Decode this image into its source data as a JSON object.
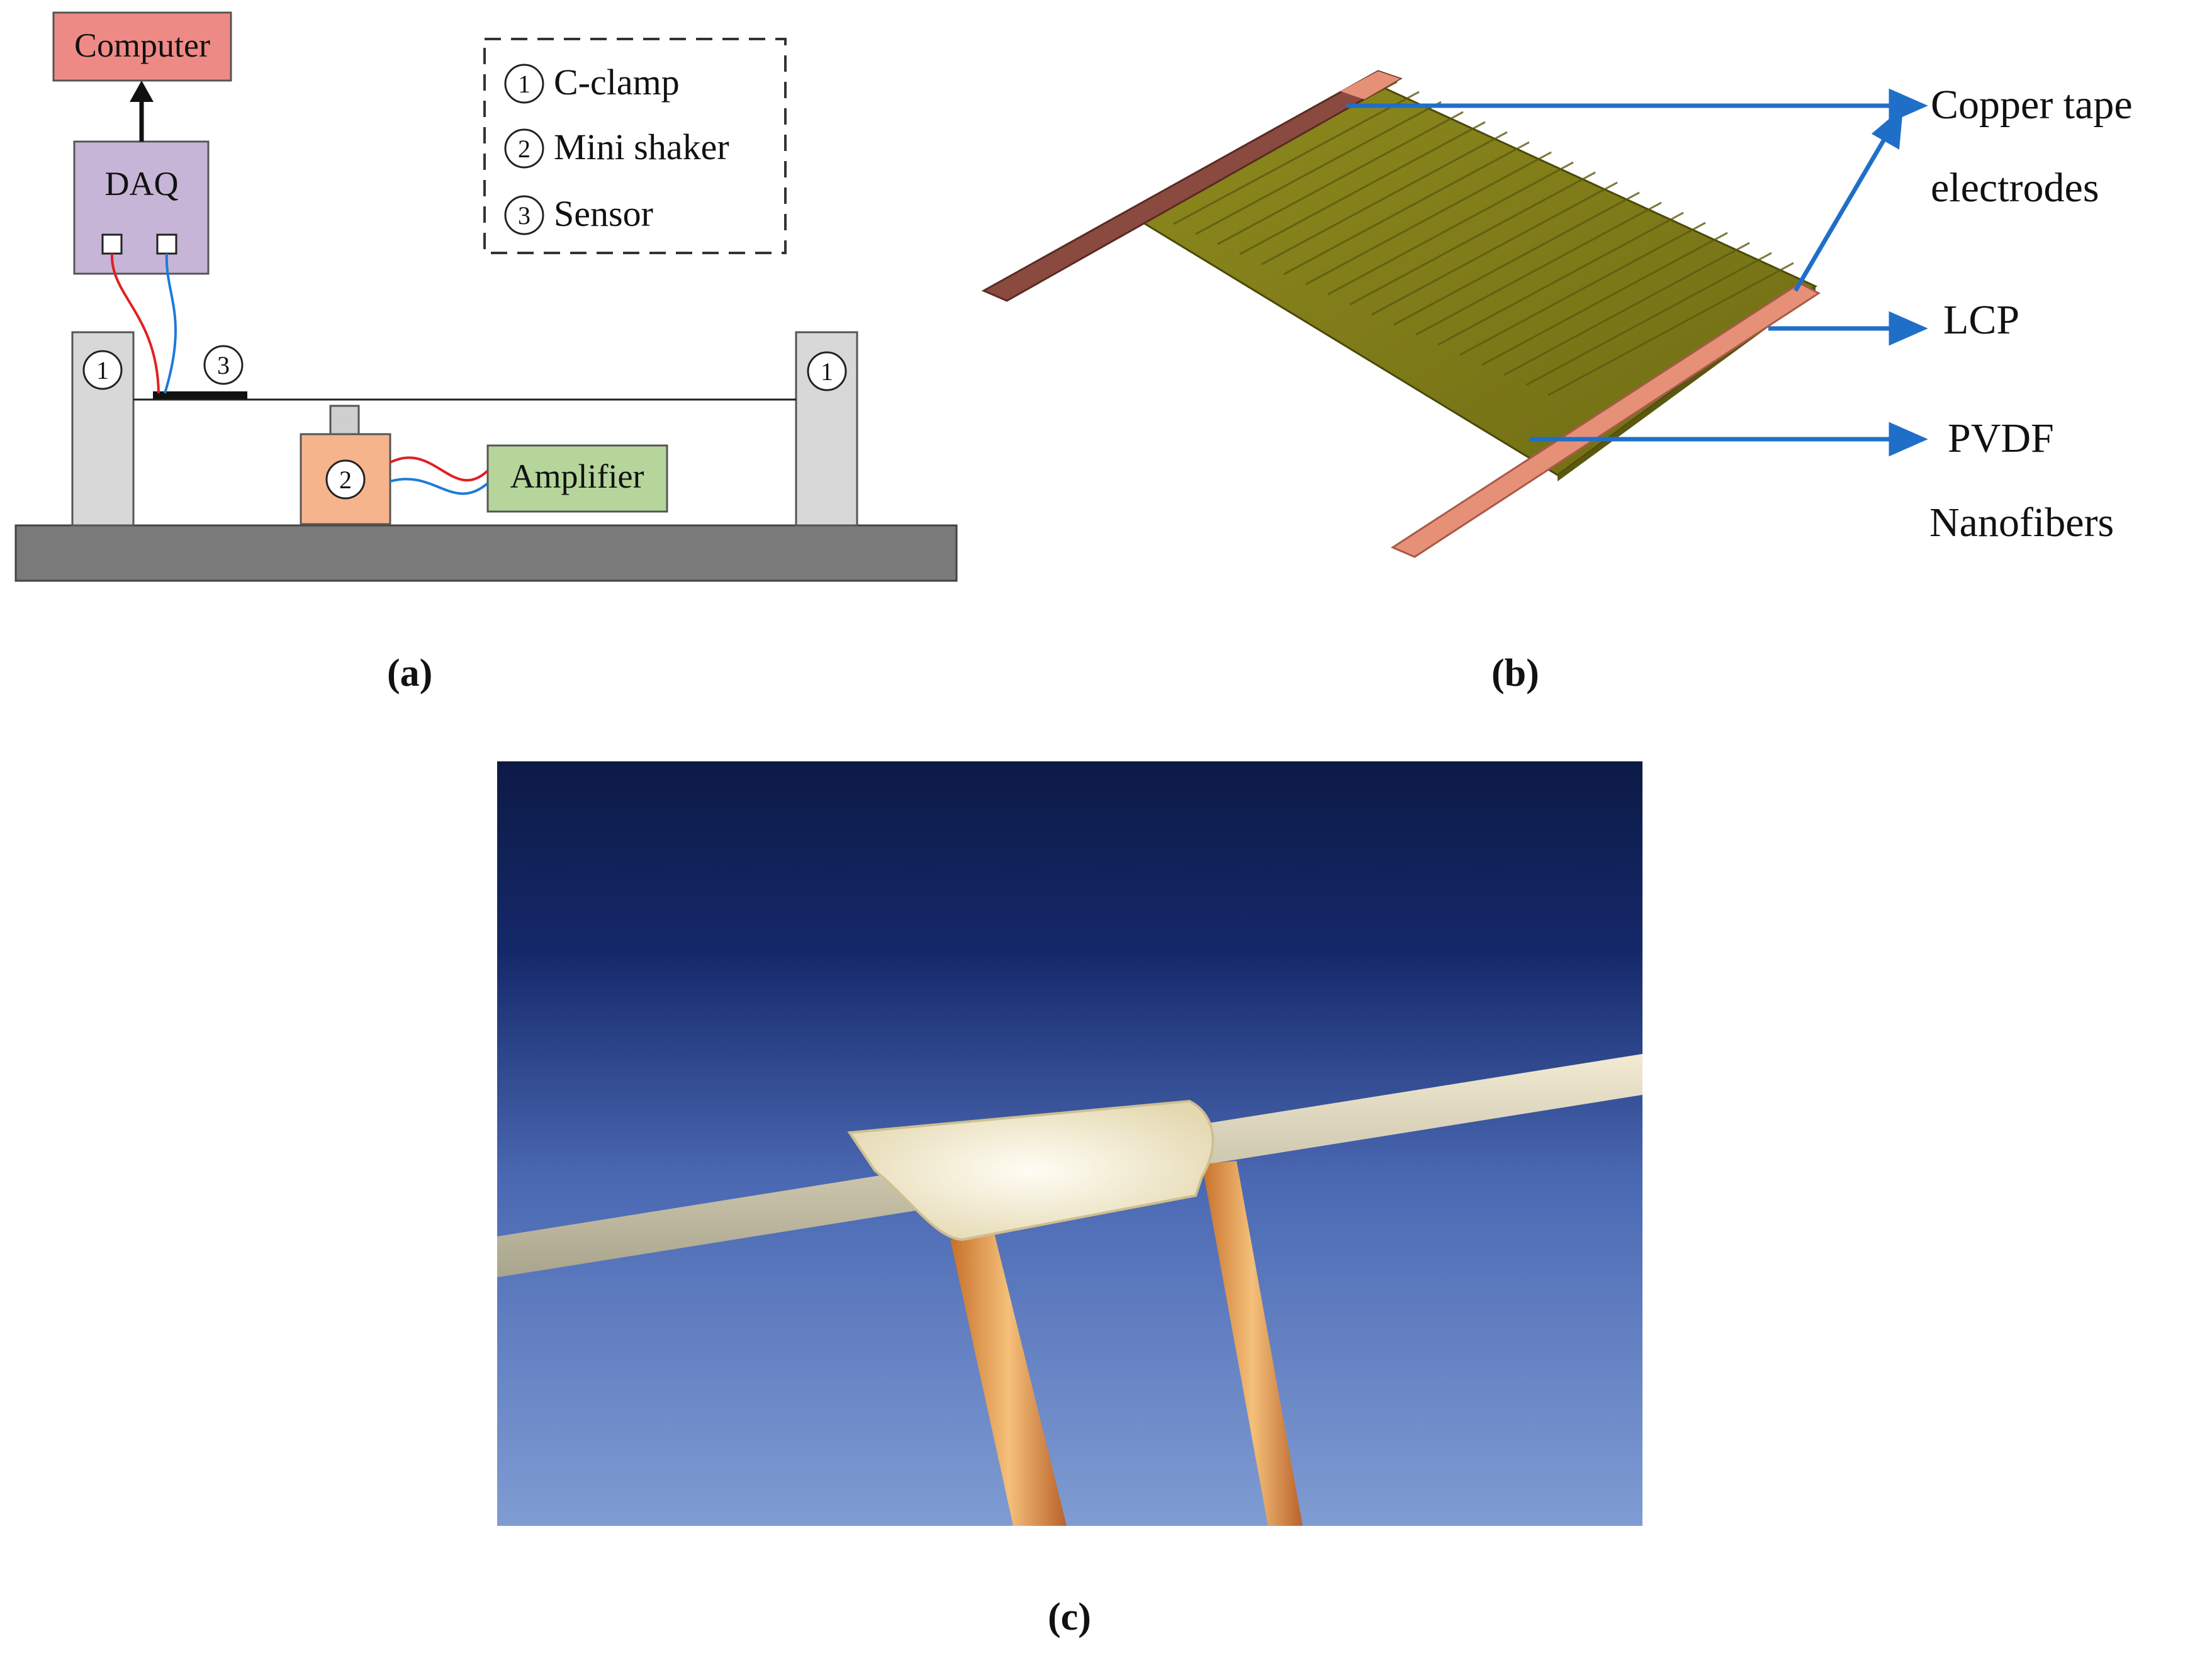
{
  "panel_a": {
    "computer_label": "Computer",
    "daq_label": "DAQ",
    "amplifier_label": "Amplifier",
    "marker_clamp": "1",
    "marker_shaker": "2",
    "marker_sensor": "3",
    "legend": [
      {
        "num": "1",
        "text": "C-clamp"
      },
      {
        "num": "2",
        "text": "Mini shaker"
      },
      {
        "num": "3",
        "text": "Sensor"
      }
    ],
    "caption": "(a)"
  },
  "panel_b": {
    "labels": {
      "copper_line1": "Copper tape",
      "copper_line2": "electrodes",
      "lcp": "LCP",
      "pvdf_line1": "PVDF",
      "pvdf_line2": "Nanofibers"
    },
    "caption": "(b)"
  },
  "panel_c": {
    "caption": "(c)"
  },
  "colors": {
    "computer_fill": "#ee8a86",
    "daq_fill": "#c6b5d6",
    "amplifier_fill": "#b5d59a",
    "shaker_fill": "#f6b48c",
    "clamp_fill": "#d8d8d8",
    "base_fill": "#7a7a7a",
    "arrow_blue": "#1f6fc8",
    "copper": "#e69078",
    "film": "#8a8420"
  }
}
